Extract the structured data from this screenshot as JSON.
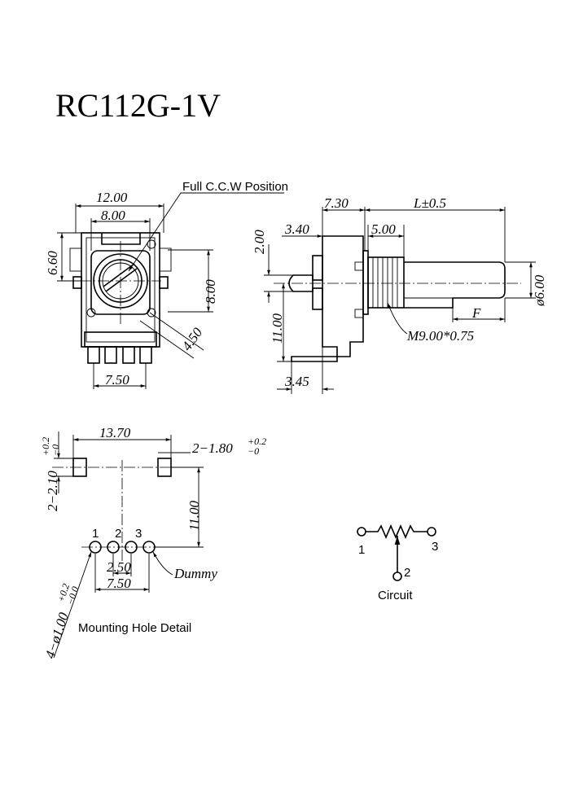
{
  "title": "RC112G-1V",
  "front_view": {
    "dim_width_top": "12.00",
    "dim_width_inner": "8.00",
    "dim_left_height": "6.60",
    "dim_right_height": "8.00",
    "dim_diagonal": "4.50",
    "dim_pin_span": "7.50",
    "callout": "Full C.C.W Position"
  },
  "side_view": {
    "dim_top_a": "7.30",
    "dim_top_b": "L±0.5",
    "dim_mid_a": "3.40",
    "dim_mid_b": "5.00",
    "dim_left_top": "2.00",
    "dim_left_main": "11.00",
    "dim_bottom": "3.45",
    "dim_shaft_dia": "ø6.00",
    "dim_flat": "F",
    "thread": "M9.00*0.75"
  },
  "mounting_detail": {
    "dim_span": "13.70",
    "dim_slot_w_main": "2−1.80",
    "dim_slot_w_tol_plus": "+0.2",
    "dim_slot_w_tol_minus": "−0",
    "dim_slot_h_main": "2−2.10",
    "dim_slot_h_tol_plus": "+0.2",
    "dim_slot_h_tol_minus": "−0",
    "dim_height": "11.00",
    "dim_pitch": "2.50",
    "dim_pin_span": "7.50",
    "dim_hole_main": "4−ø1.00",
    "dim_hole_tol_plus": "+0.2",
    "dim_hole_tol_minus": "−0.0",
    "pin_1": "1",
    "pin_2": "2",
    "pin_3": "3",
    "dummy_label": "Dummy",
    "caption": "Mounting Hole Detail"
  },
  "circuit": {
    "pin_1": "1",
    "pin_2": "2",
    "pin_3": "3",
    "caption": "Circuit"
  }
}
